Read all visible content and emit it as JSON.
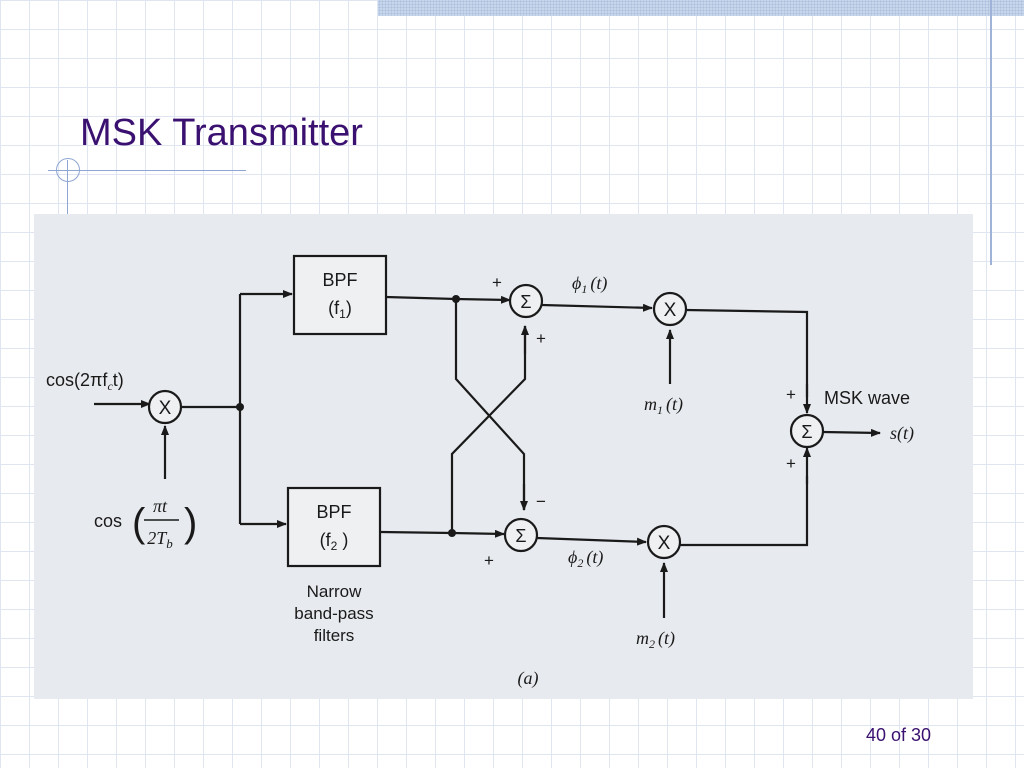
{
  "slide": {
    "title": "MSK Transmitter",
    "page_number": "40 of 30"
  },
  "diagram": {
    "caption": "(a)",
    "inputs": {
      "carrier": "cos(2πf",
      "carrier_sub": "c",
      "carrier_end": "t)",
      "shaping_prefix": "cos",
      "shaping_num": "πt",
      "shaping_den": "2T",
      "shaping_den_sub": "b"
    },
    "filters": {
      "top_label": "BPF",
      "top_freq": "(f",
      "top_freq_sub": "1",
      "top_freq_end": ")",
      "bottom_label": "BPF",
      "bottom_freq": "(f",
      "bottom_freq_sub": "2",
      "bottom_freq_end": " )",
      "note_line1": "Narrow",
      "note_line2": "band-pass",
      "note_line3": "filters"
    },
    "summers": {
      "symbol": "Σ",
      "top_in_left": "+",
      "top_in_bottom": "+",
      "bottom_in_top": "−",
      "bottom_in_left": "+",
      "out_top_in": "+",
      "out_bottom_in": "+"
    },
    "multiplier_symbol": "X",
    "signals": {
      "phi1": "ϕ",
      "phi1_sub": "1",
      "phi1_end": "(t)",
      "phi2": "ϕ",
      "phi2_sub": "2",
      "phi2_end": "(t)",
      "m1": "m",
      "m1_sub": "1",
      "m1_end": "(t)",
      "m2": "m",
      "m2_sub": "2",
      "m2_end": "(t)",
      "output_label": "MSK wave",
      "output": "s(t)"
    }
  }
}
